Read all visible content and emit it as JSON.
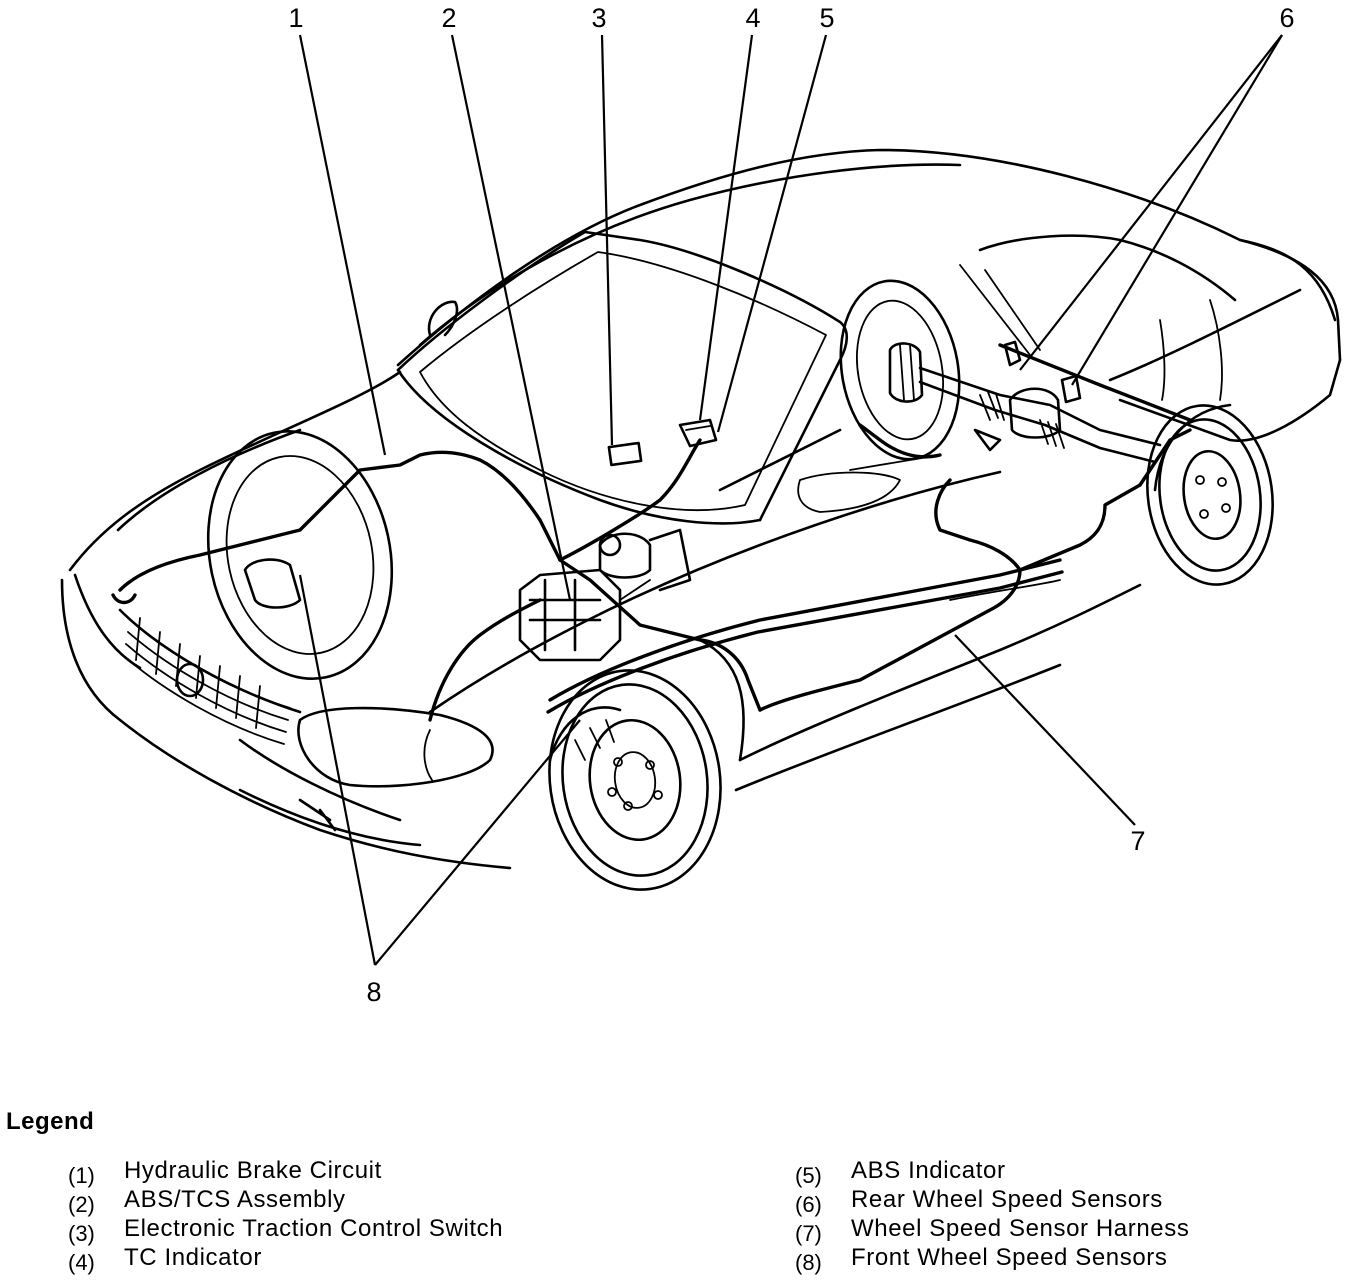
{
  "callouts": {
    "c1": "1",
    "c2": "2",
    "c3": "3",
    "c4": "4",
    "c5": "5",
    "c6": "6",
    "c7": "7",
    "c8": "8"
  },
  "legend": {
    "title": "Legend",
    "items": [
      {
        "num": "(1)",
        "label": "Hydraulic Brake Circuit"
      },
      {
        "num": "(2)",
        "label": "ABS/TCS Assembly"
      },
      {
        "num": "(3)",
        "label": "Electronic Traction Control Switch"
      },
      {
        "num": "(4)",
        "label": "TC Indicator"
      },
      {
        "num": "(5)",
        "label": "ABS Indicator"
      },
      {
        "num": "(6)",
        "label": "Rear Wheel Speed Sensors"
      },
      {
        "num": "(7)",
        "label": "Wheel Speed Sensor Harness"
      },
      {
        "num": "(8)",
        "label": "Front Wheel Speed Sensors"
      }
    ]
  },
  "colors": {
    "line": "#000000",
    "background": "#ffffff"
  }
}
